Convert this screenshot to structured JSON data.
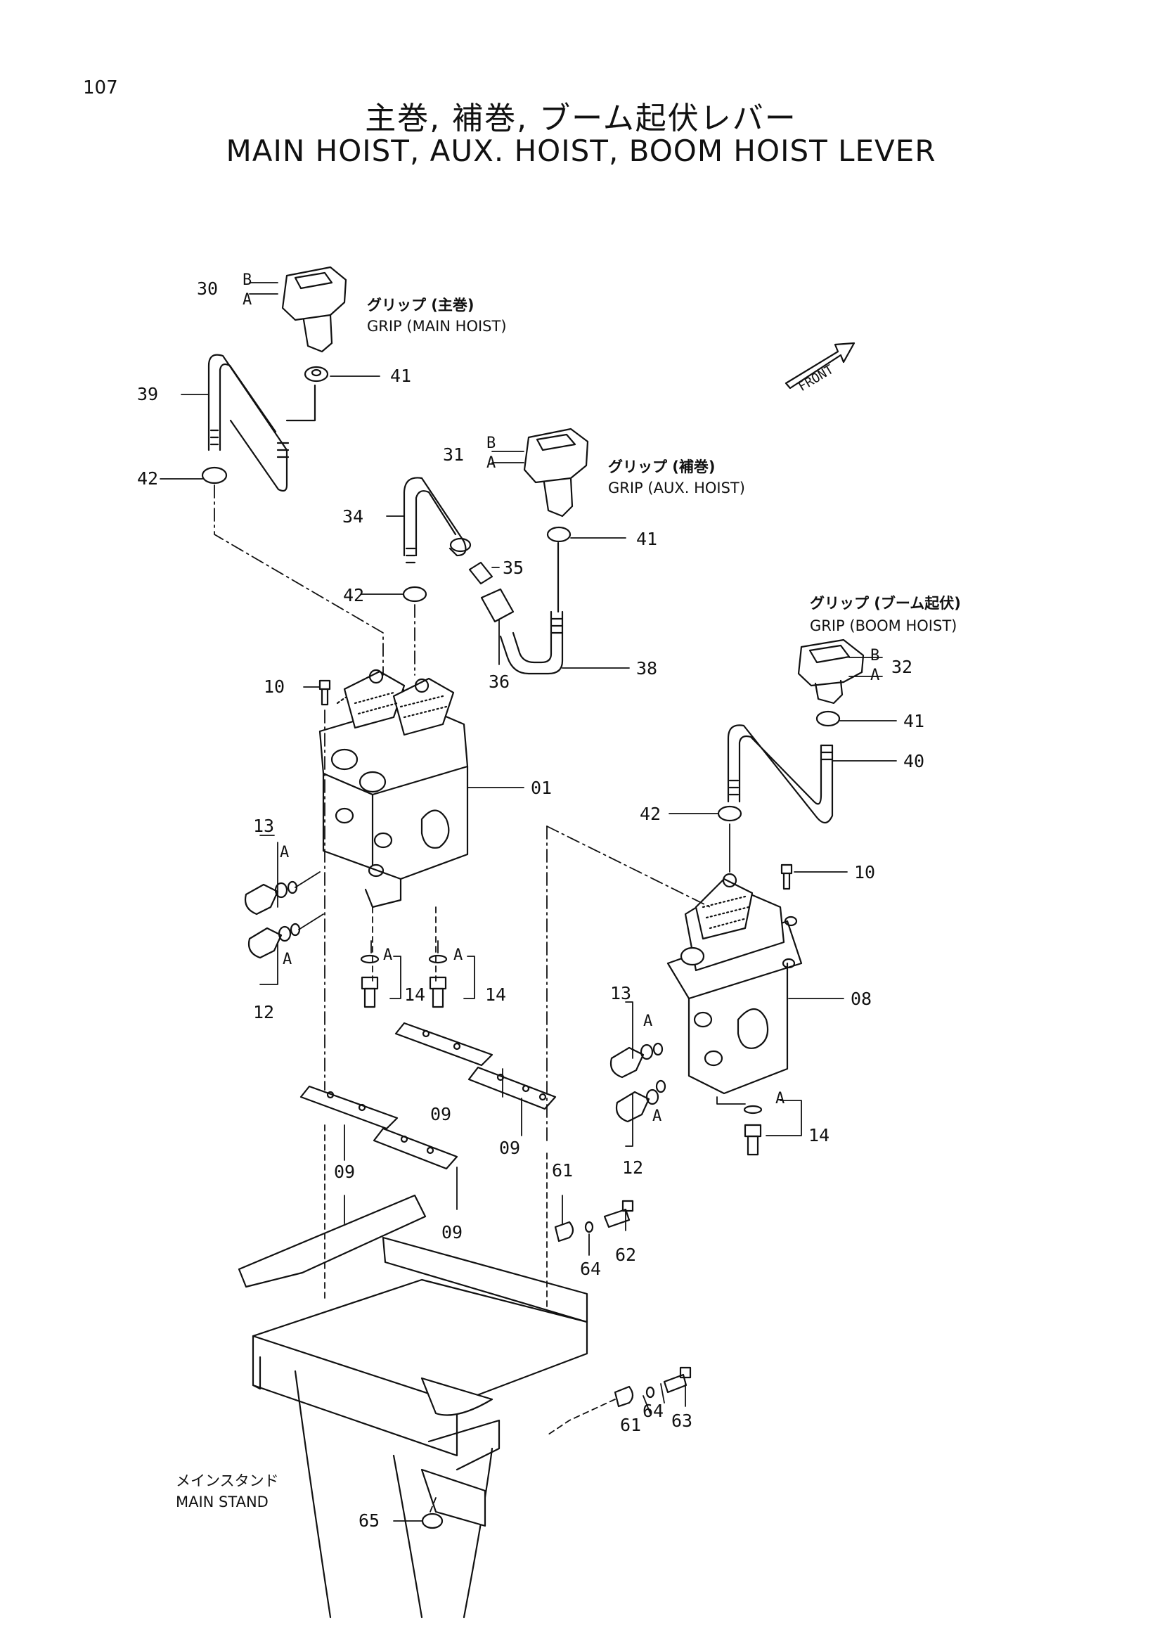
{
  "page_number": "107",
  "title": {
    "japanese": "主巻, 補巻, ブーム起伏レバー",
    "english": "MAIN HOIST, AUX. HOIST, BOOM HOIST LEVER"
  },
  "grips": {
    "main": {
      "japanese": "グリップ (主巻)",
      "english": "GRIP (MAIN HOIST)"
    },
    "aux": {
      "japanese": "グリップ (補巻)",
      "english": "GRIP (AUX. HOIST)"
    },
    "boom": {
      "japanese": "グリップ (ブーム起伏)",
      "english": "GRIP (BOOM HOIST)"
    }
  },
  "stand": {
    "japanese": "メインスタンド",
    "english": "MAIN STAND"
  },
  "front_label": "FRONT",
  "part_numbers": {
    "p30": "30",
    "p31": "31",
    "p32": "32",
    "p39": "39",
    "p34": "34",
    "p38": "38",
    "p40": "40",
    "p41a": "41",
    "p41b": "41",
    "p41c": "41",
    "p42a": "42",
    "p42b": "42",
    "p42c": "42",
    "p35": "35",
    "p36": "36",
    "p10a": "10",
    "p10b": "10",
    "p01": "01",
    "p08": "08",
    "p13a": "13",
    "p13b": "13",
    "p12a": "12",
    "p12b": "12",
    "p14a": "14",
    "p14b": "14",
    "p14c": "14",
    "p09a": "09",
    "p09b": "09",
    "p09c": "09",
    "p09d": "09",
    "p61a": "61",
    "p61b": "61",
    "p62": "62",
    "p63": "63",
    "p64a": "64",
    "p64b": "64",
    "p65": "65"
  },
  "variant_letters": {
    "a": "A",
    "b": "B"
  }
}
